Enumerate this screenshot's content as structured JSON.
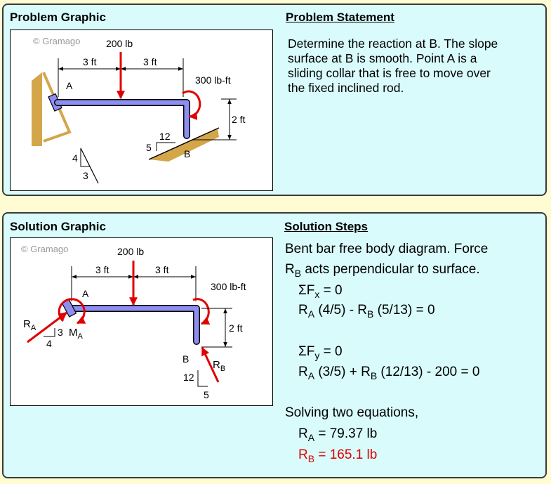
{
  "problem_graphic": {
    "title": "Problem Graphic",
    "watermark": "© Gramago",
    "force": "200 lb",
    "dim_a": "3 ft",
    "dim_b": "3 ft",
    "moment": "300 lb-ft",
    "dim_h": "2 ft",
    "label_a": "A",
    "label_b": "B",
    "slope_run": "12",
    "slope_rise": "5",
    "rod_rise": "4",
    "rod_run": "3"
  },
  "problem_statement": {
    "title": "Problem Statement",
    "lines": [
      "Determine the reaction at B. The slope",
      "surface at B is smooth. Point A is a",
      "sliding collar that is free to move over",
      "the fixed inclined rod."
    ]
  },
  "solution_graphic": {
    "title": "Solution Graphic",
    "watermark": "© Gramago",
    "force": "200 lb",
    "dim_a": "3 ft",
    "dim_b": "3 ft",
    "moment": "300 lb-ft",
    "dim_h": "2 ft",
    "label_a": "A",
    "label_b": "B",
    "ra": "R",
    "ra_sub": "A",
    "ma": "M",
    "ma_sub": "A",
    "rb": "R",
    "rb_sub": "B",
    "ra_tri_a": "3",
    "ra_tri_b": "4",
    "rb_tri_a": "12",
    "rb_tri_b": "5"
  },
  "solution_steps": {
    "title": "Solution Steps",
    "intro1": "Bent bar free body diagram. Force",
    "intro2_main": "R",
    "intro2_sub": "B",
    "intro2_rest": " acts perpendicular to surface.",
    "sum_fx": "ΣF",
    "sum_fx_sub": "x",
    "sum_fx_rest": " = 0",
    "eq1_a": "R",
    "eq1_a_sub": "A",
    "eq1_mid": " (4/5) - R",
    "eq1_b_sub": "B",
    "eq1_end": " (5/13) = 0",
    "sum_fy": "ΣF",
    "sum_fy_sub": "y",
    "sum_fy_rest": " = 0",
    "eq2_a": "R",
    "eq2_a_sub": "A",
    "eq2_mid": " (3/5) + R",
    "eq2_b_sub": "B",
    "eq2_end": " (12/13) - 200 = 0",
    "solving": "Solving two equations,",
    "res_a": "R",
    "res_a_sub": "A",
    "res_a_val": " = 79.37 lb",
    "res_b": "R",
    "res_b_sub": "B",
    "res_b_val": " = 165.1 lb"
  },
  "colors": {
    "bar": "#8e8ef0",
    "force": "#e00000",
    "support": "#d4a64a"
  }
}
